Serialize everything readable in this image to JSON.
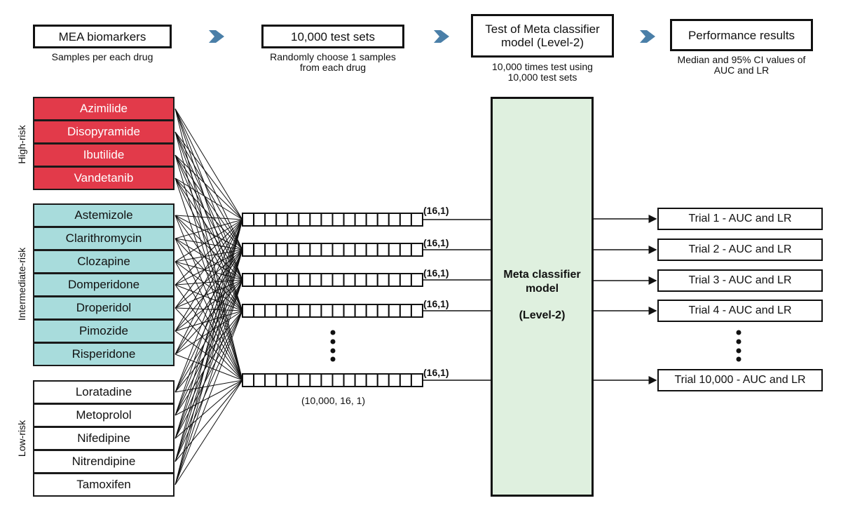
{
  "steps": [
    {
      "title": "MEA biomarkers",
      "subtitle": "Samples per each drug"
    },
    {
      "title": "10,000 test sets",
      "subtitle": "Randomly choose 1 samples from each drug"
    },
    {
      "title": "Test of Meta classifier model (Level-2)",
      "subtitle": "10,000 times test using 10,000 test sets"
    },
    {
      "title": "Performance results",
      "subtitle": "Median and 95% CI values of AUC and LR"
    }
  ],
  "categories": [
    {
      "label": "High-risk",
      "color": "#e23a4a",
      "drugs": [
        "Azimilide",
        "Disopyramide",
        "Ibutilide",
        "Vandetanib"
      ]
    },
    {
      "label": "Intermediate-risk",
      "color": "#a8dcdc",
      "drugs": [
        "Astemizole",
        "Clarithromycin",
        "Clozapine",
        "Domperidone",
        "Droperidol",
        "Pimozide",
        "Risperidone"
      ]
    },
    {
      "label": "Low-risk",
      "color": "#ffffff",
      "drugs": [
        "Loratadine",
        "Metoprolol",
        "Nifedipine",
        "Nitrendipine",
        "Tamoxifen"
      ]
    }
  ],
  "test_sets": {
    "cells_per_vector": 16,
    "shape_labels": [
      "(16,1)",
      "(16,1)",
      "(16,1)",
      "(16,1)",
      "(16,1)"
    ],
    "dims_label": "(10,000, 16, 1)"
  },
  "meta_classifier": {
    "line1": "Meta classifier",
    "line2": "model",
    "line3": "(Level-2)",
    "fill": "#dff0df"
  },
  "trials": [
    "Trial 1 - AUC and LR",
    "Trial 2 - AUC and LR",
    "Trial 3 - AUC and LR",
    "Trial 4 - AUC and LR",
    "Trial 10,000 - AUC and LR"
  ],
  "colors": {
    "arrow": "#4a7fa8",
    "line": "#111111"
  }
}
